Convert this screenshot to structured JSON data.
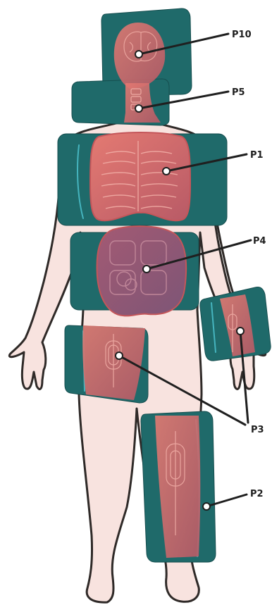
{
  "colors": {
    "skin": "#f8e3df",
    "outline": "#2f2a28",
    "coil": "#1f6a6a",
    "coil_edge": "#174e4f",
    "highlight": "#4fc7d3",
    "organ": "#e0766f",
    "organ_dark": "#c4565a",
    "marker": "#ffffff",
    "leader": "#1f1f1f"
  },
  "icons": {
    "brain": "brain-icon",
    "spine": "cervical-spine-icon",
    "lungs": "lungs-rib-cage-icon",
    "abdomen": "abdomen-organs-icon",
    "wrist": "wrist-vessel-icon",
    "thigh": "thigh-vessel-icon",
    "calf": "calf-vessel-icon"
  },
  "labels": {
    "p10": "P10",
    "p5": "P5",
    "p1": "P1",
    "p4": "P4",
    "p3": "P3",
    "p2": "P2"
  }
}
